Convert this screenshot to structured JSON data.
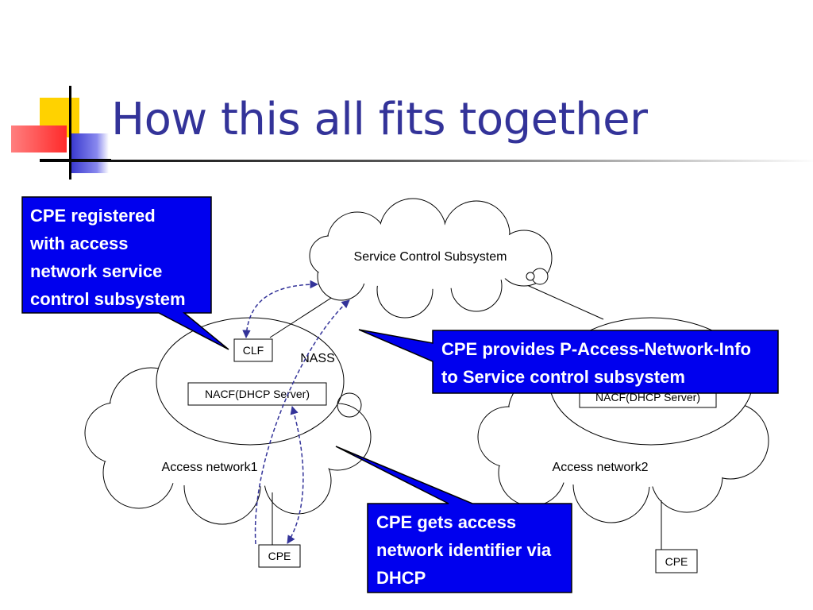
{
  "slide": {
    "title": "How this all fits together"
  },
  "diagram": {
    "service_control_label": "Service Control Subsystem",
    "nass_label": "NASS",
    "clf_label": "CLF",
    "nacf1_label": "NACF(DHCP Server)",
    "nacf2_label": "NACF(DHCP Server)",
    "access1_label": "Access network1",
    "access2_label": "Access network2",
    "cpe1_label": "CPE",
    "cpe2_label": "CPE"
  },
  "callouts": {
    "registered": [
      "CPE registered",
      "with access",
      "network service",
      "control subsystem"
    ],
    "provides": [
      "CPE provides P-Access-Network-Info",
      "to Service control subsystem"
    ],
    "gets": [
      "CPE gets access",
      "network identifier via",
      "DHCP"
    ]
  },
  "colors": {
    "title": "#333399",
    "callout_fill": "#0000ee",
    "arrow": "#333399"
  }
}
